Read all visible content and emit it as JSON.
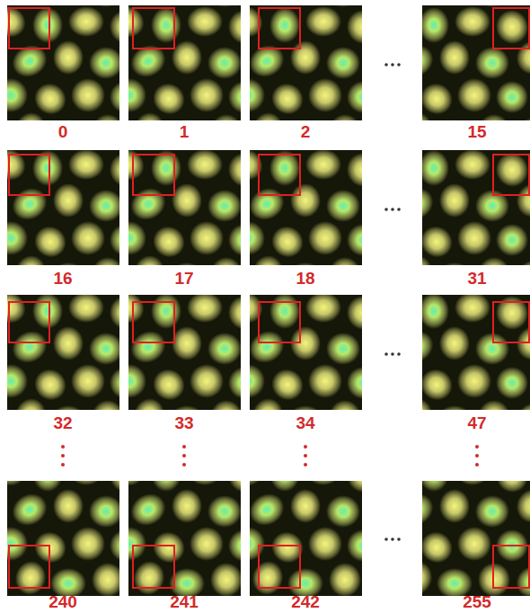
{
  "diagram": {
    "labels": [
      "0",
      "1",
      "2",
      "15",
      "16",
      "17",
      "18",
      "31",
      "32",
      "33",
      "34",
      "47",
      "240",
      "241",
      "242",
      "255"
    ]
  }
}
